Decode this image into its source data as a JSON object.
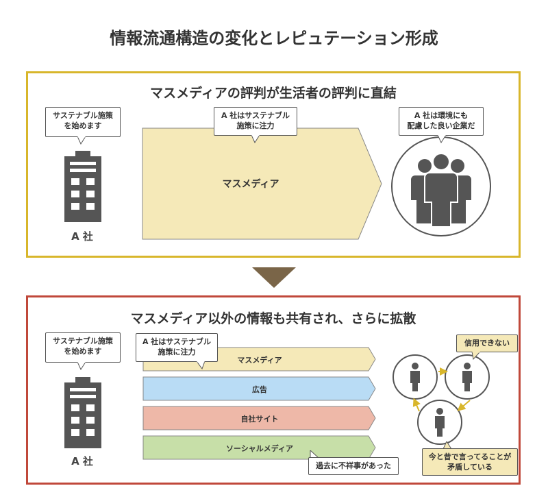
{
  "title": "情報流通構造の変化とレピュテーション形成",
  "top_panel": {
    "title": "マスメディアの評判が生活者の評判に直結",
    "bubble_company": [
      "サステナブル施策",
      "を始めます"
    ],
    "bubble_media": [
      "A 社はサステナブル",
      "施策に注力"
    ],
    "bubble_people": [
      "A 社は環境にも",
      "配慮した良い企業だ"
    ],
    "arrow_label": "マスメディア",
    "company_label": "A 社",
    "border_color": "#d8b62b"
  },
  "bottom_panel": {
    "title": "マスメディア以外の情報も共有され、さらに拡散",
    "bubble_company": [
      "サステナブル施策",
      "を始めます"
    ],
    "bubble_media": [
      "A 社はサステナブル",
      "施策に注力"
    ],
    "channels": [
      {
        "label": "マスメディア",
        "color": "#f5e9b8"
      },
      {
        "label": "広告",
        "color": "#b9dcf5"
      },
      {
        "label": "自社サイト",
        "color": "#eeb8a8"
      },
      {
        "label": "ソーシャルメディア",
        "color": "#c7dfa8"
      }
    ],
    "bubble_scandal": "過去に不祥事があった",
    "bubble_distrust": "信用できない",
    "bubble_contradiction": [
      "今と昔で言ってることが",
      "矛盾している"
    ],
    "company_label": "A 社",
    "border_color": "#c0483a"
  },
  "colors": {
    "accent_gold": "#d8b62b",
    "icon_gray": "#555555",
    "down_arrow": "#7a6548"
  }
}
